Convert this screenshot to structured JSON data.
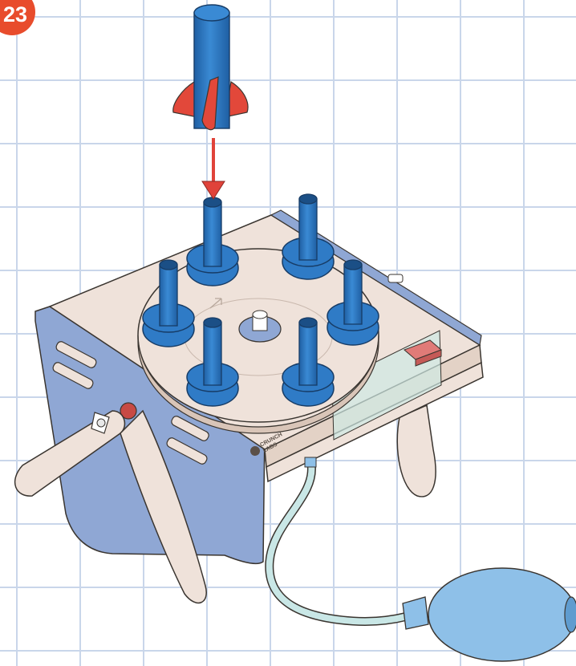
{
  "step": {
    "number": "23"
  },
  "logo": {
    "line1": "CRUNCH",
    "line2": "LABS"
  },
  "colors": {
    "grid": "#c9d6ea",
    "badge": "#e84c2c",
    "wood": "#efe2da",
    "side_panel": "#8fa7d4",
    "peg_blue": "#2f7bc6",
    "fin_red": "#e2483a",
    "arrow_red": "#e0433a",
    "bulb": "#8ec0e8",
    "tube": "#c9e7e6"
  }
}
